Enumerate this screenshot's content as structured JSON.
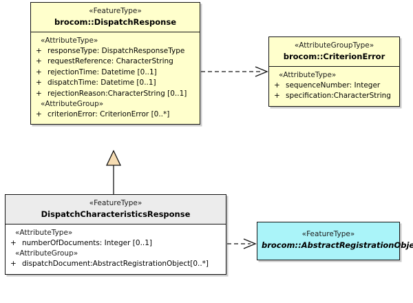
{
  "diagram": {
    "type": "uml-class-diagram",
    "background_color": "#ffffff",
    "classes": [
      {
        "id": "dispatch-response",
        "stereotype": "«FeatureType»",
        "name": "brocom::DispatchResponse",
        "abstract": false,
        "fill_color": "#ffffcc",
        "header_color": "#ffffcc",
        "border_color": "#111111",
        "compartments": [
          {
            "group": "«AttributeType»",
            "attributes": [
              {
                "visibility": "+",
                "text": "responseType: DispatchResponseType"
              },
              {
                "visibility": "+",
                "text": "requestReference: CharacterString"
              },
              {
                "visibility": "+",
                "text": "rejectionTime: Datetime [0..1]"
              },
              {
                "visibility": "+",
                "text": "dispatchTime: Datetime [0..1]"
              },
              {
                "visibility": "+",
                "text": "rejectionReason:CharacterString [0..1]"
              }
            ]
          },
          {
            "group": "«AttributeGroup»",
            "attributes": [
              {
                "visibility": "+",
                "text": "criterionError: CriterionError [0..*]"
              }
            ]
          }
        ]
      },
      {
        "id": "criterion-error",
        "stereotype": "«AttributeGroupType»",
        "name": "brocom::CriterionError",
        "abstract": false,
        "fill_color": "#ffffcc",
        "header_color": "#ffffcc",
        "border_color": "#111111",
        "compartments": [
          {
            "group": "«AttributeType»",
            "attributes": [
              {
                "visibility": "+",
                "text": "sequenceNumber: Integer"
              },
              {
                "visibility": "+",
                "text": "specification:CharacterString"
              }
            ]
          }
        ]
      },
      {
        "id": "dispatch-characteristics-response",
        "stereotype": "«FeatureType»",
        "name": "DispatchCharacteristicsResponse",
        "abstract": false,
        "fill_color": "#ffffff",
        "header_color": "#ececec",
        "border_color": "#111111",
        "compartments": [
          {
            "group": "«AttributeType»",
            "attributes": [
              {
                "visibility": "+",
                "text": "numberOfDocuments: Integer [0..1]"
              }
            ]
          },
          {
            "group": "«AttributeGroup»",
            "attributes": [
              {
                "visibility": "+",
                "text": "dispatchDocument:AbstractRegistrationObject[0..*]"
              }
            ]
          }
        ]
      },
      {
        "id": "abstract-registration-object",
        "stereotype": "«FeatureType»",
        "name": "brocom::AbstractRegistrationObject",
        "abstract": true,
        "fill_color": "#aaf4f9",
        "header_color": "#aaf4f9",
        "border_color": "#111111",
        "compartments": []
      }
    ],
    "connectors": [
      {
        "id": "dependency-dispatch-response-to-criterion-error",
        "kind": "dependency",
        "line_style": "dashed",
        "arrowhead": "open",
        "from": "dispatch-response",
        "to": "criterion-error"
      },
      {
        "id": "generalization-dispatch-characteristics-response-to-dispatch-response",
        "kind": "generalization",
        "line_style": "solid",
        "arrowhead": "hollow-triangle",
        "arrowhead_fill": "#f7ddb3",
        "from": "dispatch-characteristics-response",
        "to": "dispatch-response"
      },
      {
        "id": "dependency-dispatch-characteristics-response-to-abstract-registration-object",
        "kind": "dependency",
        "line_style": "dashed",
        "arrowhead": "open",
        "from": "dispatch-characteristics-response",
        "to": "abstract-registration-object"
      }
    ]
  }
}
